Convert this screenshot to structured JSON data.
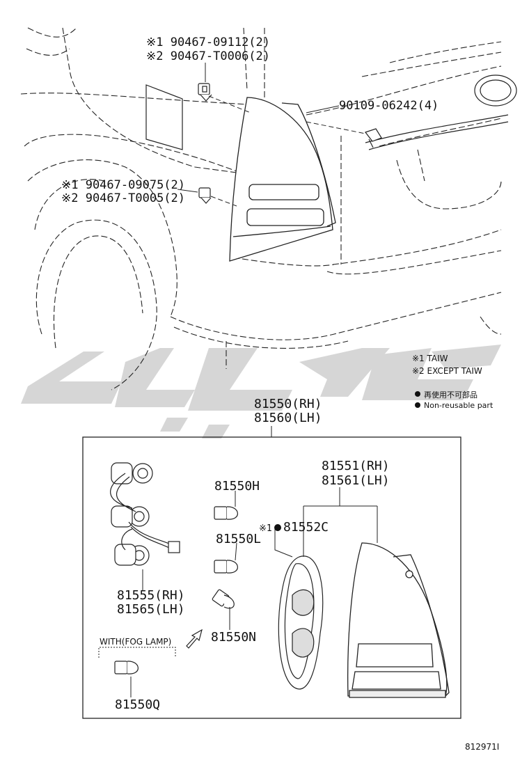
{
  "parts": {
    "clip_upper_1": "※1 90467-09112(2)",
    "clip_upper_2": "※2 90467-T0006(2)",
    "screw": "90109-06242(4)",
    "clip_lower_1": "※1 90467-09075(2)",
    "clip_lower_2": "※2 90467-T0005(2)",
    "lamp_assy_rh": "81550(RH)",
    "lamp_assy_lh": "81560(LH)",
    "lens_rh": "81551(RH)",
    "lens_lh": "81561(LH)",
    "gasket": "81552C",
    "gasket_prefix": "※1",
    "socket_rh": "81555(RH)",
    "socket_lh": "81565(LH)",
    "bulb_h": "81550H",
    "bulb_l": "81550L",
    "bulb_n": "81550N",
    "bulb_q": "81550Q",
    "with_fog": "WITH(FOG LAMP)"
  },
  "legend": {
    "note1": "※1 TAIW",
    "note2": "※2 EXCEPT TAIW",
    "nonreuse_cn": "再使用不可部品",
    "nonreuse_en": "Non-reusable part"
  },
  "diagram_id": "812971I",
  "colors": {
    "line": "#222222",
    "watermark": "#d4d4d4"
  }
}
